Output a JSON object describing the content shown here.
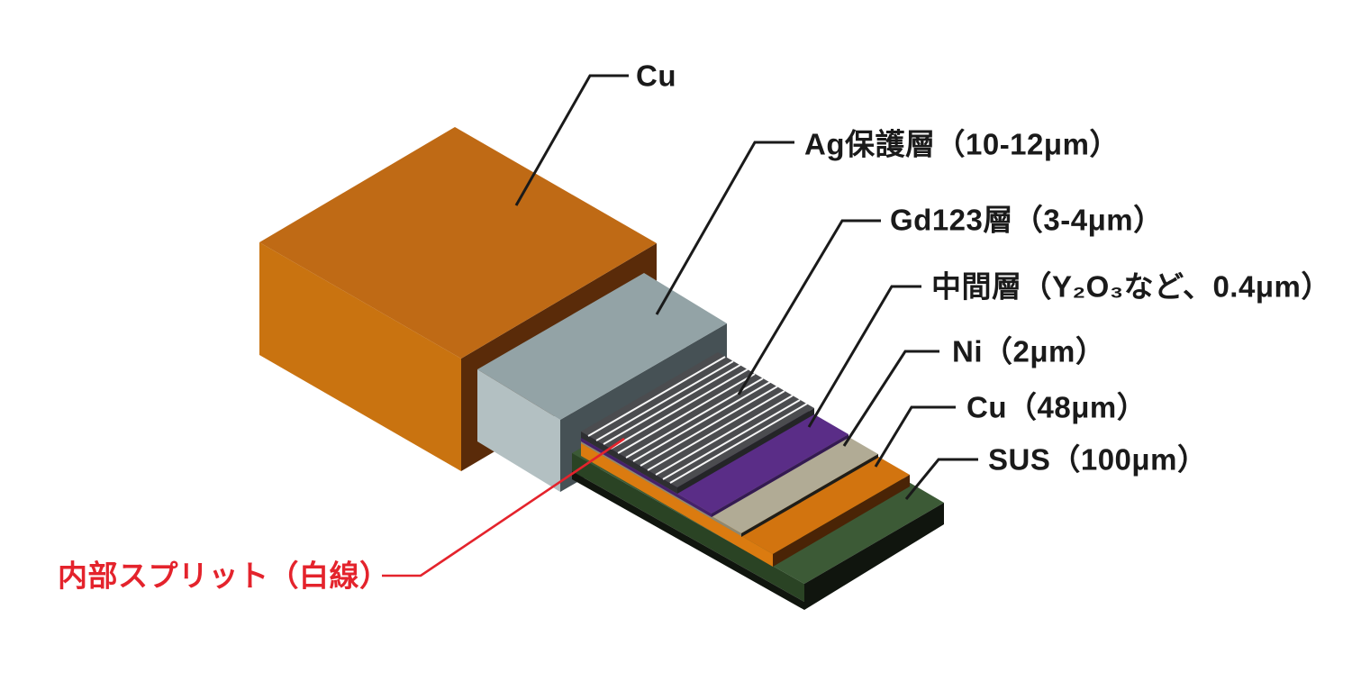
{
  "labels": {
    "cu_block": "Cu",
    "ag_layer": "Ag保護層（10-12μm）",
    "gd123_layer": "Gd123層（3-4μm）",
    "buffer_layer": "中間層（Y₂O₃など、0.4μm）",
    "ni_layer": "Ni（2μm）",
    "cu_layer": "Cu（48μm）",
    "sus_layer": "SUS（100μm）",
    "inner_split": "内部スプリット（白線）"
  },
  "colors": {
    "background": "#ffffff",
    "leader_line": "#1a1a1a",
    "accent_red": "#e4232c",
    "stripe_white": "#f6f6f6",
    "cu_block_top": "#bf6a15",
    "cu_block_left": "#c97310",
    "cu_block_right": "#5a2b09",
    "ag_top": "#93a3a6",
    "ag_left": "#b3c0c2",
    "ag_right": "#465155",
    "gd_top": "#4b4c4f",
    "gd_front": "#2e2f31",
    "gd_step": "#242527",
    "buffer_top": "#5a2d87",
    "buffer_front": "#45216b",
    "buffer_step": "#341a52",
    "ni_top": "#b1ab95",
    "ni_front": "#8d8872",
    "ni_step": "#1e1d19",
    "cu_layer_top": "#d2740f",
    "cu_layer_front": "#db7b10",
    "cu_layer_step": "#4a2406",
    "sus_top": "#3c5a36",
    "sus_front": "#2a4324",
    "sus_dark": "#10150e"
  }
}
